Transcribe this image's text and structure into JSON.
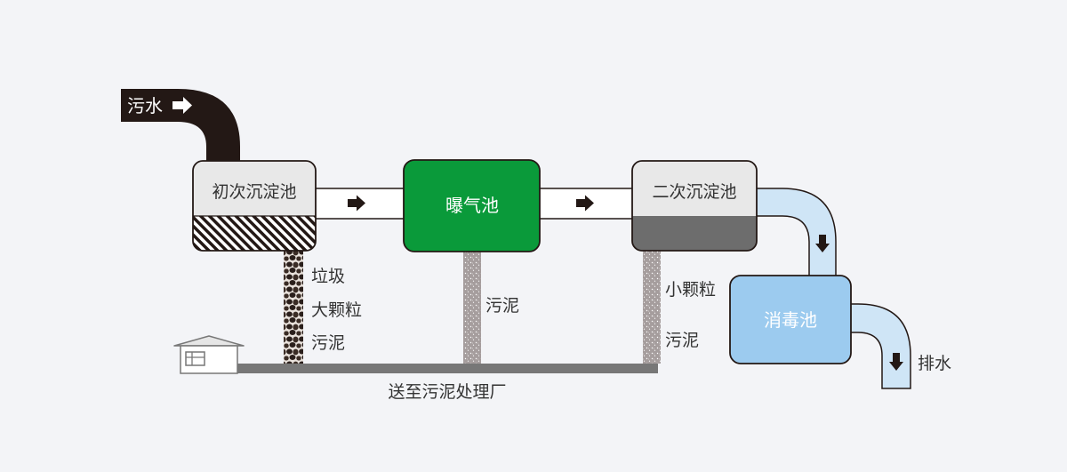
{
  "inlet": {
    "label": "污水"
  },
  "tanks": {
    "primary": {
      "label": "初次沉淀池"
    },
    "aeration": {
      "label": "曝气池"
    },
    "secondary": {
      "label": "二次沉淀池"
    },
    "disinfection": {
      "label": "消毒池"
    }
  },
  "primary_waste": {
    "line1": "垃圾",
    "line2": "大颗粒",
    "line3": "污泥"
  },
  "aeration_waste": {
    "label": "污泥"
  },
  "secondary_waste": {
    "line1": "小颗粒",
    "line2": "污泥"
  },
  "outlet": {
    "label": "排水"
  },
  "sludge_destination": {
    "label": "送至污泥处理厂"
  },
  "colors": {
    "pipe_dark": "#231815",
    "aeration_green": "#0a9a3a",
    "clean_water": "#cfe5f6",
    "disinfection_blue": "#9ccbef",
    "sludge_gray": "#a59d9d",
    "sludge_bar": "#777777"
  }
}
